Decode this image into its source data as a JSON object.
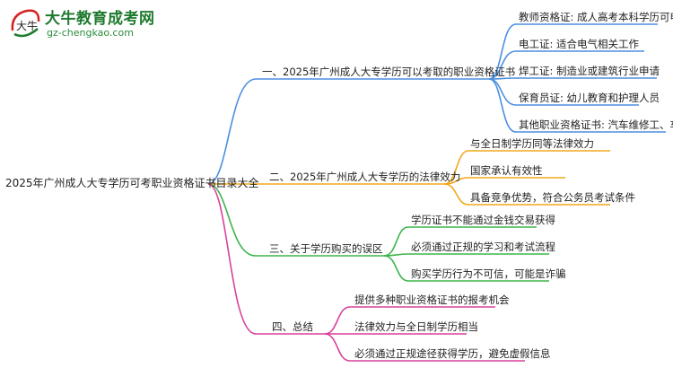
{
  "brand": {
    "name": "大牛教育成考网",
    "url": "gz-chengkao.com",
    "mark_text": "大牛"
  },
  "colors": {
    "branch1": "#4a8fe0",
    "branch2": "#f0a81a",
    "branch3": "#3cb54a",
    "branch4": "#d9419a"
  },
  "root": "2025年广州成人大专学历可考职业资格证书目录大全",
  "branches": [
    {
      "label": "一、2025年广州成人大专学历可以考取的职业资格证书",
      "children": [
        "教师资格证: 成人高考本科学历可申请",
        "电工证: 适合电气相关工作",
        "焊工证: 制造业或建筑行业申请",
        "保育员证: 幼儿教育和护理人员",
        "其他职业资格证书: 汽车维修工、车工等"
      ]
    },
    {
      "label": "二、2025年广州成人大专学历的法律效力",
      "children": [
        "与全日制学历同等法律效力",
        "国家承认有效性",
        "具备竞争优势，符合公务员考试条件"
      ]
    },
    {
      "label": "三、关于学历购买的误区",
      "children": [
        "学历证书不能通过金钱交易获得",
        "必须通过正规的学习和考试流程",
        "购买学历行为不可信，可能是诈骗"
      ]
    },
    {
      "label": "四、总结",
      "children": [
        "提供多种职业资格证书的报考机会",
        "法律效力与全日制学历相当",
        "必须通过正规途径获得学历，避免虚假信息"
      ]
    }
  ]
}
